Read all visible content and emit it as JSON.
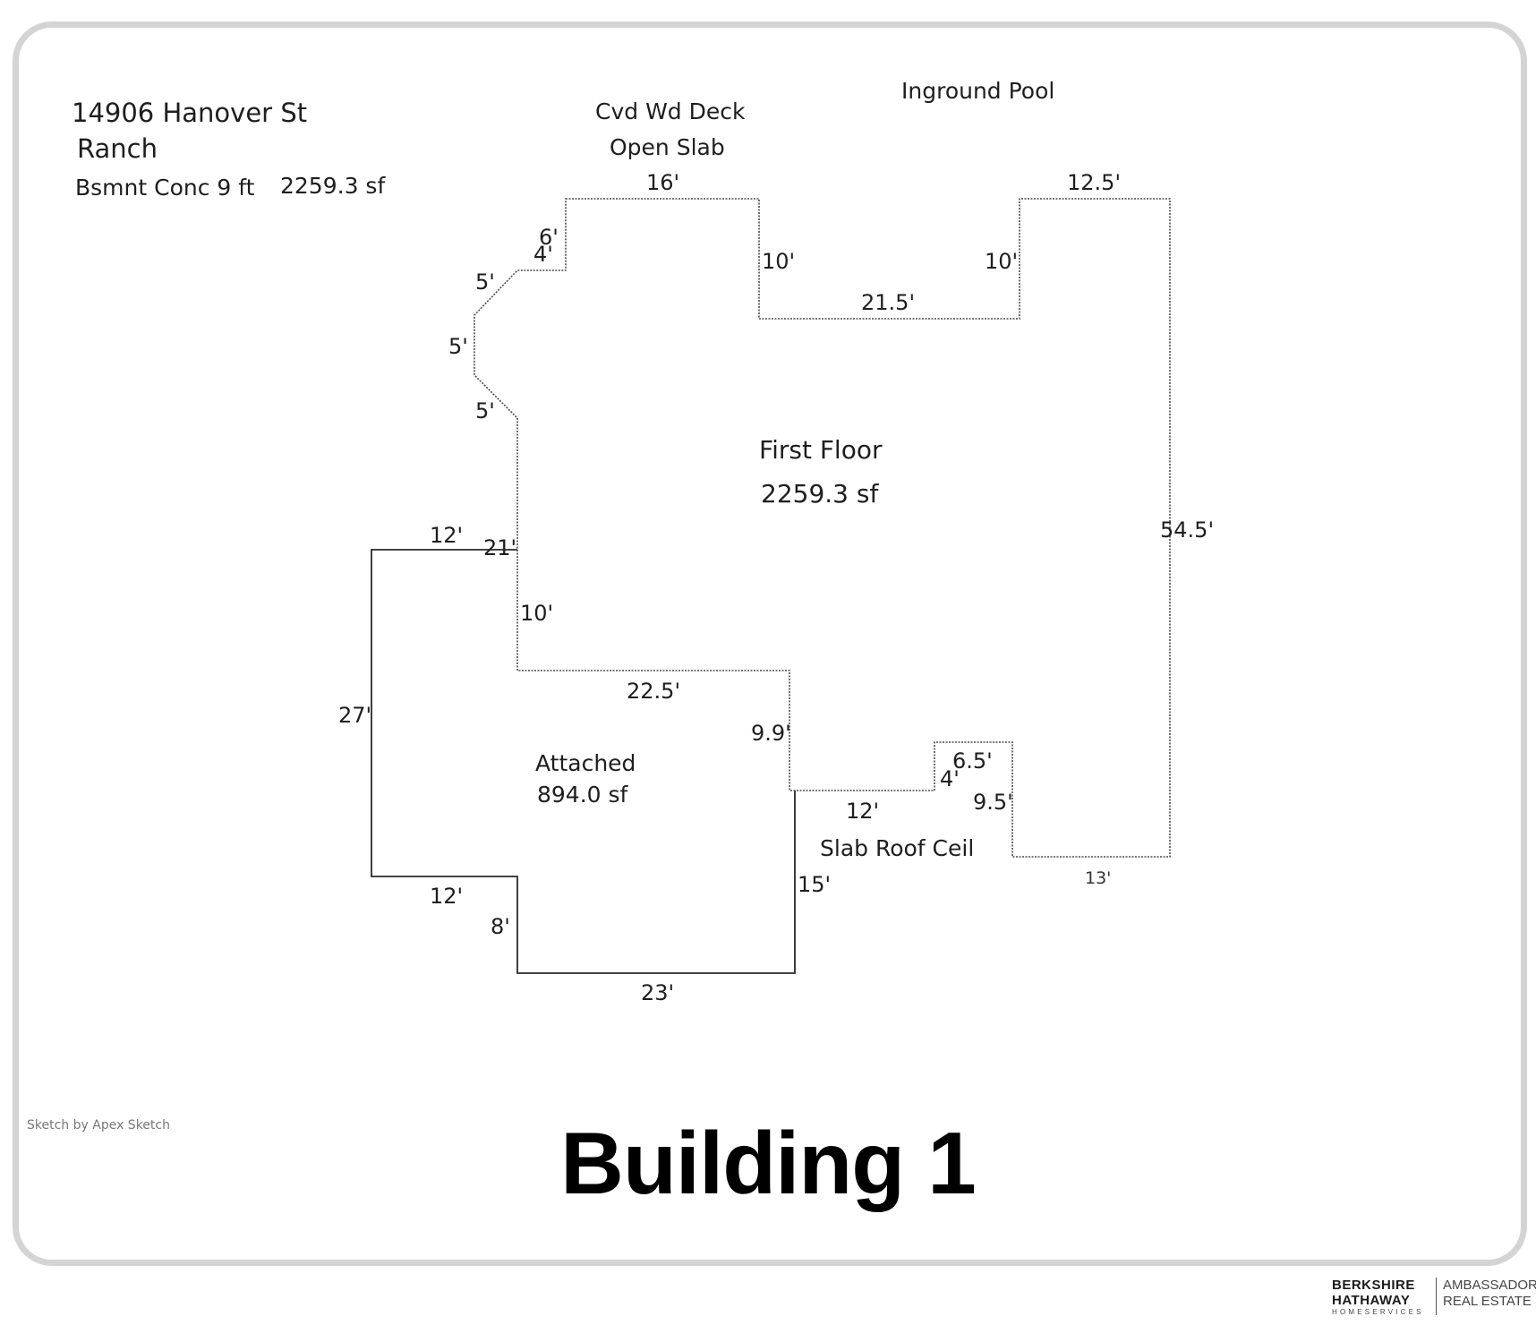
{
  "header": {
    "address": "14906 Hanover St",
    "style": "Ranch",
    "basement_desc": "Bsmnt Conc 9 ft",
    "basement_area": "2259.3 sf"
  },
  "labels": {
    "deck": "Cvd Wd Deck",
    "slab": "Open Slab",
    "pool": "Inground Pool",
    "slab_roof": "Slab Roof Ceil"
  },
  "rooms": {
    "first_floor": {
      "name": "First Floor",
      "area": "2259.3 sf"
    },
    "attached": {
      "name": "Attached",
      "area": "894.0 sf"
    }
  },
  "dimensions": {
    "top_left": "16'",
    "top_right": "12.5'",
    "notch_6": "6'",
    "notch_4": "4'",
    "angle_upper": "5'",
    "angle_mid": "5'",
    "angle_lower": "5'",
    "inner_left": "10'",
    "inner_right": "10'",
    "inner_bottom": "21.5'",
    "right_side": "54.5'",
    "left_main": "21'",
    "garage_top": "12'",
    "left_lower": "10'",
    "mid_bottom": "22.5'",
    "garage_left": "27'",
    "mid_step": "9.9'",
    "bump_4": "4'",
    "bump_65": "6.5'",
    "bump_95": "9.5'",
    "lower_12": "12'",
    "bottom_right": "13'",
    "garage_right": "15'",
    "garage_bottom_12": "12'",
    "garage_8": "8'",
    "garage_bottom": "23'"
  },
  "footer": {
    "credit": "Sketch by Apex Sketch",
    "title": "Building 1",
    "logo_line1": "BERKSHIRE",
    "logo_line2": "HATHAWAY",
    "logo_line3": "HOMESERVICES",
    "brokerage_line1": "AMBASSADOR",
    "brokerage_line2": "REAL ESTATE"
  }
}
